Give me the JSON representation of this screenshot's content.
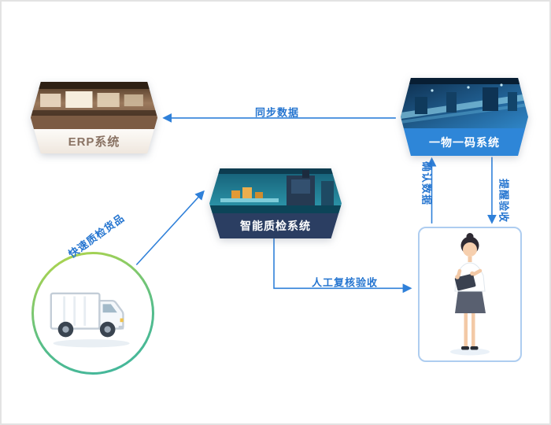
{
  "nodes": {
    "erp": {
      "label": "ERP系统"
    },
    "one_code": {
      "label": "一物一码系统"
    },
    "smart_qc": {
      "label": "智能质检系统"
    }
  },
  "edges": {
    "sync": {
      "label": "同步数据"
    },
    "fast_qc": {
      "label": "快速质检货品"
    },
    "confirm": {
      "label": "确认数据"
    },
    "remind": {
      "label": "提醒验收"
    },
    "manual_review": {
      "label": "人工复核验收"
    }
  },
  "illustrations": {
    "truck": "delivery-truck",
    "inspector": "inspector-woman-with-clipboard",
    "erp_image": "warehouse-office-scene",
    "one_code_image": "factory-conveyor-scene",
    "smart_qc_image": "inspection-machine-scene"
  },
  "colors": {
    "arrow": "#2f80d9",
    "edge_label": "#2575d0",
    "one_code_strip": "#2e86d8",
    "smart_qc_strip": "#2b3e62",
    "erp_text": "#8a7364",
    "truck_ring": "#7cc04a",
    "person_border": "#aecdf0"
  }
}
